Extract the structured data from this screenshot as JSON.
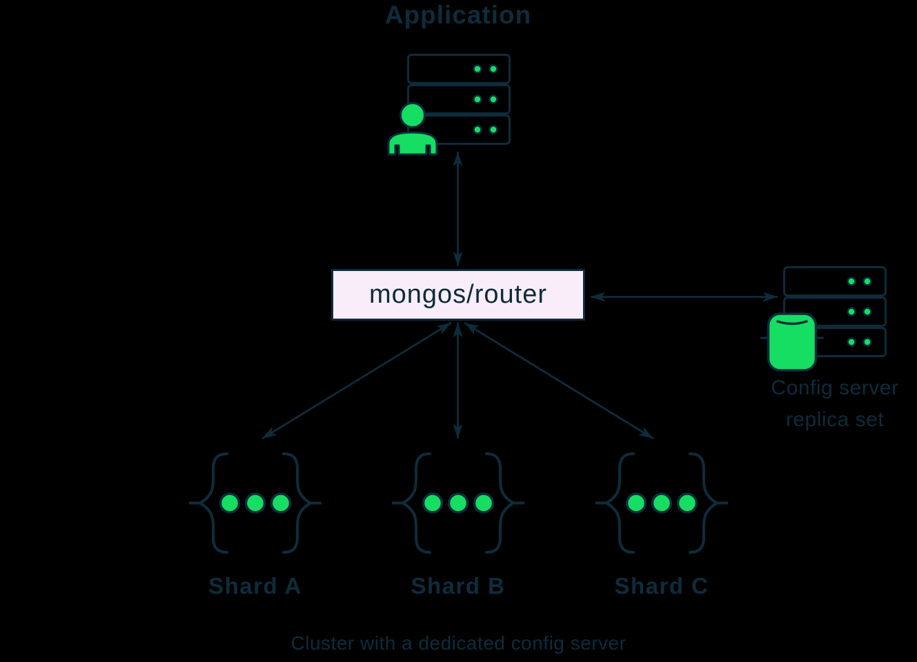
{
  "title": "Application",
  "router": {
    "label": "mongos/router"
  },
  "config_server": {
    "label_line1": "Config server",
    "label_line2": "replica set"
  },
  "shards": [
    {
      "label": "Shard A"
    },
    {
      "label": "Shard B"
    },
    {
      "label": "Shard C"
    }
  ],
  "caption": "Cluster with a dedicated config server",
  "colors": {
    "background": "#000000",
    "ink_navy": "#0E2C3B",
    "accent_green": "#15DE62",
    "router_box_fill": "#F8EDF9"
  },
  "icons": {
    "application": "user-with-server-stack-icon",
    "config_server": "database-with-server-stack-icon",
    "shard": "replica-set-braces-icon",
    "arrows": "double-headed-arrow"
  },
  "connections": [
    {
      "from": "application",
      "to": "mongos-router",
      "bidirectional": true
    },
    {
      "from": "mongos-router",
      "to": "config-server-replica-set",
      "bidirectional": true
    },
    {
      "from": "mongos-router",
      "to": "shard-a",
      "bidirectional": true
    },
    {
      "from": "mongos-router",
      "to": "shard-b",
      "bidirectional": true
    },
    {
      "from": "mongos-router",
      "to": "shard-c",
      "bidirectional": true
    }
  ]
}
